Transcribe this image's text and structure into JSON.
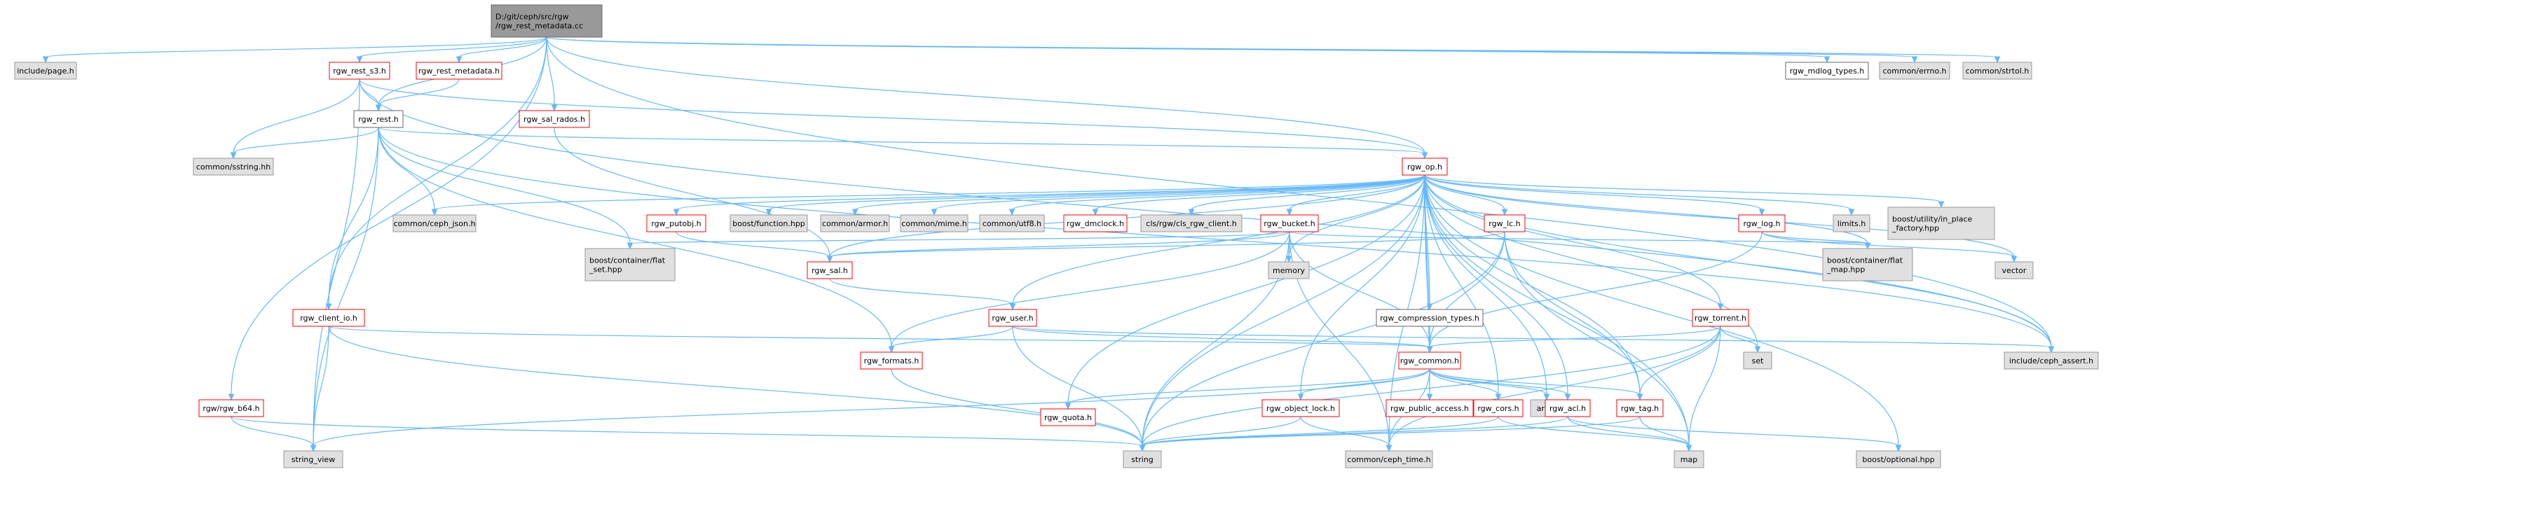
{
  "style": {
    "root_fill": "#999999",
    "root_stroke": "#666666",
    "local_fill": "#ffffff",
    "local_stroke": "#ff0000",
    "plain_stroke": "#666666",
    "external_fill": "#e0e0e0",
    "external_stroke": "#999999",
    "edge_color": "#63b8ff"
  },
  "nodes": [
    {
      "id": "root",
      "label": "D:/git/ceph/src/rgw\n/rgw_rest_metadata.cc",
      "kind": "root"
    },
    {
      "id": "include_page",
      "label": "include/page.h",
      "kind": "external"
    },
    {
      "id": "rgw_rest_s3",
      "label": "rgw_rest_s3.h",
      "kind": "local"
    },
    {
      "id": "rgw_rest_metadata_h",
      "label": "rgw_rest_metadata.h",
      "kind": "local"
    },
    {
      "id": "rgw_sal_rados",
      "label": "rgw_sal_rados.h",
      "kind": "local"
    },
    {
      "id": "rgw_rest",
      "label": "rgw_rest.h",
      "kind": "plain"
    },
    {
      "id": "rgw_mdlog_types",
      "label": "rgw_mdlog_types.h",
      "kind": "plain"
    },
    {
      "id": "common_errno",
      "label": "common/errno.h",
      "kind": "external"
    },
    {
      "id": "common_strtol",
      "label": "common/strtol.h",
      "kind": "external"
    },
    {
      "id": "common_sstring",
      "label": "common/sstring.hh",
      "kind": "external"
    },
    {
      "id": "rgw_op",
      "label": "rgw_op.h",
      "kind": "local"
    },
    {
      "id": "common_ceph_json",
      "label": "common/ceph_json.h",
      "kind": "external"
    },
    {
      "id": "rgw_putobj",
      "label": "rgw_putobj.h",
      "kind": "local"
    },
    {
      "id": "boost_function",
      "label": "boost/function.hpp",
      "kind": "external"
    },
    {
      "id": "common_armor",
      "label": "common/armor.h",
      "kind": "external"
    },
    {
      "id": "common_mime",
      "label": "common/mime.h",
      "kind": "external"
    },
    {
      "id": "common_utf8",
      "label": "common/utf8.h",
      "kind": "external"
    },
    {
      "id": "rgw_dmclock",
      "label": "rgw_dmclock.h",
      "kind": "local"
    },
    {
      "id": "cls_rgw_client",
      "label": "cls/rgw/cls_rgw_client.h",
      "kind": "external"
    },
    {
      "id": "rgw_bucket",
      "label": "rgw_bucket.h",
      "kind": "local"
    },
    {
      "id": "rgw_lc",
      "label": "rgw_lc.h",
      "kind": "local"
    },
    {
      "id": "rgw_log",
      "label": "rgw_log.h",
      "kind": "local"
    },
    {
      "id": "limits",
      "label": "limits.h",
      "kind": "external"
    },
    {
      "id": "boost_in_place",
      "label": "boost/utility/in_place\n_factory.hpp",
      "kind": "external"
    },
    {
      "id": "boost_flat_set",
      "label": "boost/container/flat\n_set.hpp",
      "kind": "external"
    },
    {
      "id": "rgw_sal",
      "label": "rgw_sal.h",
      "kind": "local"
    },
    {
      "id": "memory",
      "label": "memory",
      "kind": "external"
    },
    {
      "id": "boost_flat_map",
      "label": "boost/container/flat\n_map.hpp",
      "kind": "external"
    },
    {
      "id": "vector",
      "label": "vector",
      "kind": "external"
    },
    {
      "id": "rgw_client_io",
      "label": "rgw_client_io.h",
      "kind": "local"
    },
    {
      "id": "rgw_user",
      "label": "rgw_user.h",
      "kind": "local"
    },
    {
      "id": "rgw_compression_types",
      "label": "rgw_compression_types.h",
      "kind": "plain"
    },
    {
      "id": "rgw_torrent",
      "label": "rgw_torrent.h",
      "kind": "local"
    },
    {
      "id": "set",
      "label": "set",
      "kind": "external"
    },
    {
      "id": "include_ceph_assert",
      "label": "include/ceph_assert.h",
      "kind": "external"
    },
    {
      "id": "rgw_formats",
      "label": "rgw_formats.h",
      "kind": "local"
    },
    {
      "id": "rgw_common",
      "label": "rgw_common.h",
      "kind": "local"
    },
    {
      "id": "rgw_rgw_b64",
      "label": "rgw/rgw_b64.h",
      "kind": "local"
    },
    {
      "id": "rgw_quota",
      "label": "rgw_quota.h",
      "kind": "local"
    },
    {
      "id": "rgw_object_lock",
      "label": "rgw_object_lock.h",
      "kind": "local"
    },
    {
      "id": "rgw_public_access",
      "label": "rgw_public_access.h",
      "kind": "local"
    },
    {
      "id": "rgw_cors",
      "label": "rgw_cors.h",
      "kind": "local"
    },
    {
      "id": "array",
      "label": "array",
      "kind": "external"
    },
    {
      "id": "rgw_acl",
      "label": "rgw_acl.h",
      "kind": "local"
    },
    {
      "id": "rgw_tag",
      "label": "rgw_tag.h",
      "kind": "local"
    },
    {
      "id": "string_view",
      "label": "string_view",
      "kind": "external"
    },
    {
      "id": "string",
      "label": "string",
      "kind": "external"
    },
    {
      "id": "common_ceph_time",
      "label": "common/ceph_time.h",
      "kind": "external"
    },
    {
      "id": "map",
      "label": "map",
      "kind": "external"
    },
    {
      "id": "boost_optional",
      "label": "boost/optional.hpp",
      "kind": "external"
    }
  ],
  "edges": [
    [
      "root",
      "include_page"
    ],
    [
      "root",
      "rgw_rest_s3"
    ],
    [
      "root",
      "rgw_rest_metadata_h"
    ],
    [
      "root",
      "rgw_sal_rados"
    ],
    [
      "root",
      "rgw_rest"
    ],
    [
      "root",
      "rgw_mdlog_types"
    ],
    [
      "root",
      "common_errno"
    ],
    [
      "root",
      "common_strtol"
    ],
    [
      "root",
      "rgw_op"
    ],
    [
      "root",
      "rgw_client_io"
    ],
    [
      "root",
      "rgw_rgw_b64"
    ],
    [
      "root",
      "include_ceph_assert"
    ],
    [
      "rgw_rest_s3",
      "rgw_rest"
    ],
    [
      "rgw_rest_s3",
      "common_sstring"
    ],
    [
      "rgw_rest_s3",
      "rgw_op"
    ],
    [
      "rgw_rest_s3",
      "string_view"
    ],
    [
      "rgw_rest_s3",
      "include_ceph_assert"
    ],
    [
      "rgw_rest_metadata_h",
      "rgw_rest"
    ],
    [
      "rgw_sal_rados",
      "rgw_sal"
    ],
    [
      "rgw_rest",
      "common_sstring"
    ],
    [
      "rgw_rest",
      "rgw_op"
    ],
    [
      "rgw_rest",
      "common_ceph_json"
    ],
    [
      "rgw_rest",
      "boost_flat_set"
    ],
    [
      "rgw_rest",
      "rgw_client_io"
    ],
    [
      "rgw_rest",
      "rgw_formats"
    ],
    [
      "rgw_rest",
      "string_view"
    ],
    [
      "rgw_rest",
      "include_ceph_assert"
    ],
    [
      "rgw_op",
      "common_ceph_json"
    ],
    [
      "rgw_op",
      "rgw_putobj"
    ],
    [
      "rgw_op",
      "boost_function"
    ],
    [
      "rgw_op",
      "common_armor"
    ],
    [
      "rgw_op",
      "common_mime"
    ],
    [
      "rgw_op",
      "common_utf8"
    ],
    [
      "rgw_op",
      "rgw_dmclock"
    ],
    [
      "rgw_op",
      "cls_rgw_client"
    ],
    [
      "rgw_op",
      "rgw_bucket"
    ],
    [
      "rgw_op",
      "rgw_lc"
    ],
    [
      "rgw_op",
      "rgw_log"
    ],
    [
      "rgw_op",
      "limits"
    ],
    [
      "rgw_op",
      "boost_in_place"
    ],
    [
      "rgw_op",
      "memory"
    ],
    [
      "rgw_op",
      "vector"
    ],
    [
      "rgw_op",
      "rgw_sal"
    ],
    [
      "rgw_op",
      "rgw_user"
    ],
    [
      "rgw_op",
      "rgw_compression_types"
    ],
    [
      "rgw_op",
      "rgw_torrent"
    ],
    [
      "rgw_op",
      "set"
    ],
    [
      "rgw_op",
      "include_ceph_assert"
    ],
    [
      "rgw_op",
      "rgw_common"
    ],
    [
      "rgw_op",
      "rgw_quota"
    ],
    [
      "rgw_op",
      "rgw_object_lock"
    ],
    [
      "rgw_op",
      "rgw_public_access"
    ],
    [
      "rgw_op",
      "rgw_cors"
    ],
    [
      "rgw_op",
      "array"
    ],
    [
      "rgw_op",
      "rgw_acl"
    ],
    [
      "rgw_op",
      "rgw_tag"
    ],
    [
      "rgw_op",
      "string"
    ],
    [
      "rgw_op",
      "common_ceph_time"
    ],
    [
      "rgw_op",
      "map"
    ],
    [
      "rgw_op",
      "boost_optional"
    ],
    [
      "rgw_op",
      "boost_flat_map"
    ],
    [
      "rgw_putobj",
      "rgw_sal"
    ],
    [
      "rgw_bucket",
      "boost_flat_set"
    ],
    [
      "rgw_bucket",
      "memory"
    ],
    [
      "rgw_bucket",
      "rgw_sal"
    ],
    [
      "rgw_bucket",
      "rgw_formats"
    ],
    [
      "rgw_bucket",
      "rgw_common"
    ],
    [
      "rgw_bucket",
      "string"
    ],
    [
      "rgw_bucket",
      "common_ceph_time"
    ],
    [
      "rgw_bucket",
      "boost_flat_map"
    ],
    [
      "rgw_lc",
      "rgw_sal"
    ],
    [
      "rgw_lc",
      "rgw_common"
    ],
    [
      "rgw_lc",
      "rgw_tag"
    ],
    [
      "rgw_lc",
      "string"
    ],
    [
      "rgw_lc",
      "map"
    ],
    [
      "rgw_log",
      "boost_flat_map"
    ],
    [
      "rgw_log",
      "vector"
    ],
    [
      "rgw_log",
      "rgw_common"
    ],
    [
      "rgw_sal",
      "rgw_user"
    ],
    [
      "rgw_user",
      "rgw_formats"
    ],
    [
      "rgw_user",
      "rgw_common"
    ],
    [
      "rgw_user",
      "string"
    ],
    [
      "rgw_user",
      "include_ceph_assert"
    ],
    [
      "rgw_client_io",
      "rgw_common"
    ],
    [
      "rgw_client_io",
      "string_view"
    ],
    [
      "rgw_client_io",
      "string"
    ],
    [
      "rgw_compression_types",
      "rgw_common"
    ],
    [
      "rgw_torrent",
      "rgw_common"
    ],
    [
      "rgw_torrent",
      "set"
    ],
    [
      "rgw_torrent",
      "rgw_tag"
    ],
    [
      "rgw_torrent",
      "string"
    ],
    [
      "rgw_torrent",
      "map"
    ],
    [
      "rgw_torrent",
      "common_ceph_time"
    ],
    [
      "rgw_formats",
      "string"
    ],
    [
      "rgw_common",
      "rgw_quota"
    ],
    [
      "rgw_common",
      "rgw_object_lock"
    ],
    [
      "rgw_common",
      "rgw_public_access"
    ],
    [
      "rgw_common",
      "rgw_cors"
    ],
    [
      "rgw_common",
      "array"
    ],
    [
      "rgw_common",
      "rgw_acl"
    ],
    [
      "rgw_common",
      "rgw_tag"
    ],
    [
      "rgw_common",
      "string_view"
    ],
    [
      "rgw_common",
      "common_ceph_time"
    ],
    [
      "rgw_rgw_b64",
      "string_view"
    ],
    [
      "rgw_rgw_b64",
      "string"
    ],
    [
      "rgw_object_lock",
      "string"
    ],
    [
      "rgw_object_lock",
      "common_ceph_time"
    ],
    [
      "rgw_cors",
      "string"
    ],
    [
      "rgw_cors",
      "map"
    ],
    [
      "rgw_acl",
      "map"
    ],
    [
      "rgw_acl",
      "string"
    ],
    [
      "rgw_acl",
      "boost_optional"
    ],
    [
      "rgw_tag",
      "map"
    ],
    [
      "rgw_tag",
      "string"
    ]
  ]
}
